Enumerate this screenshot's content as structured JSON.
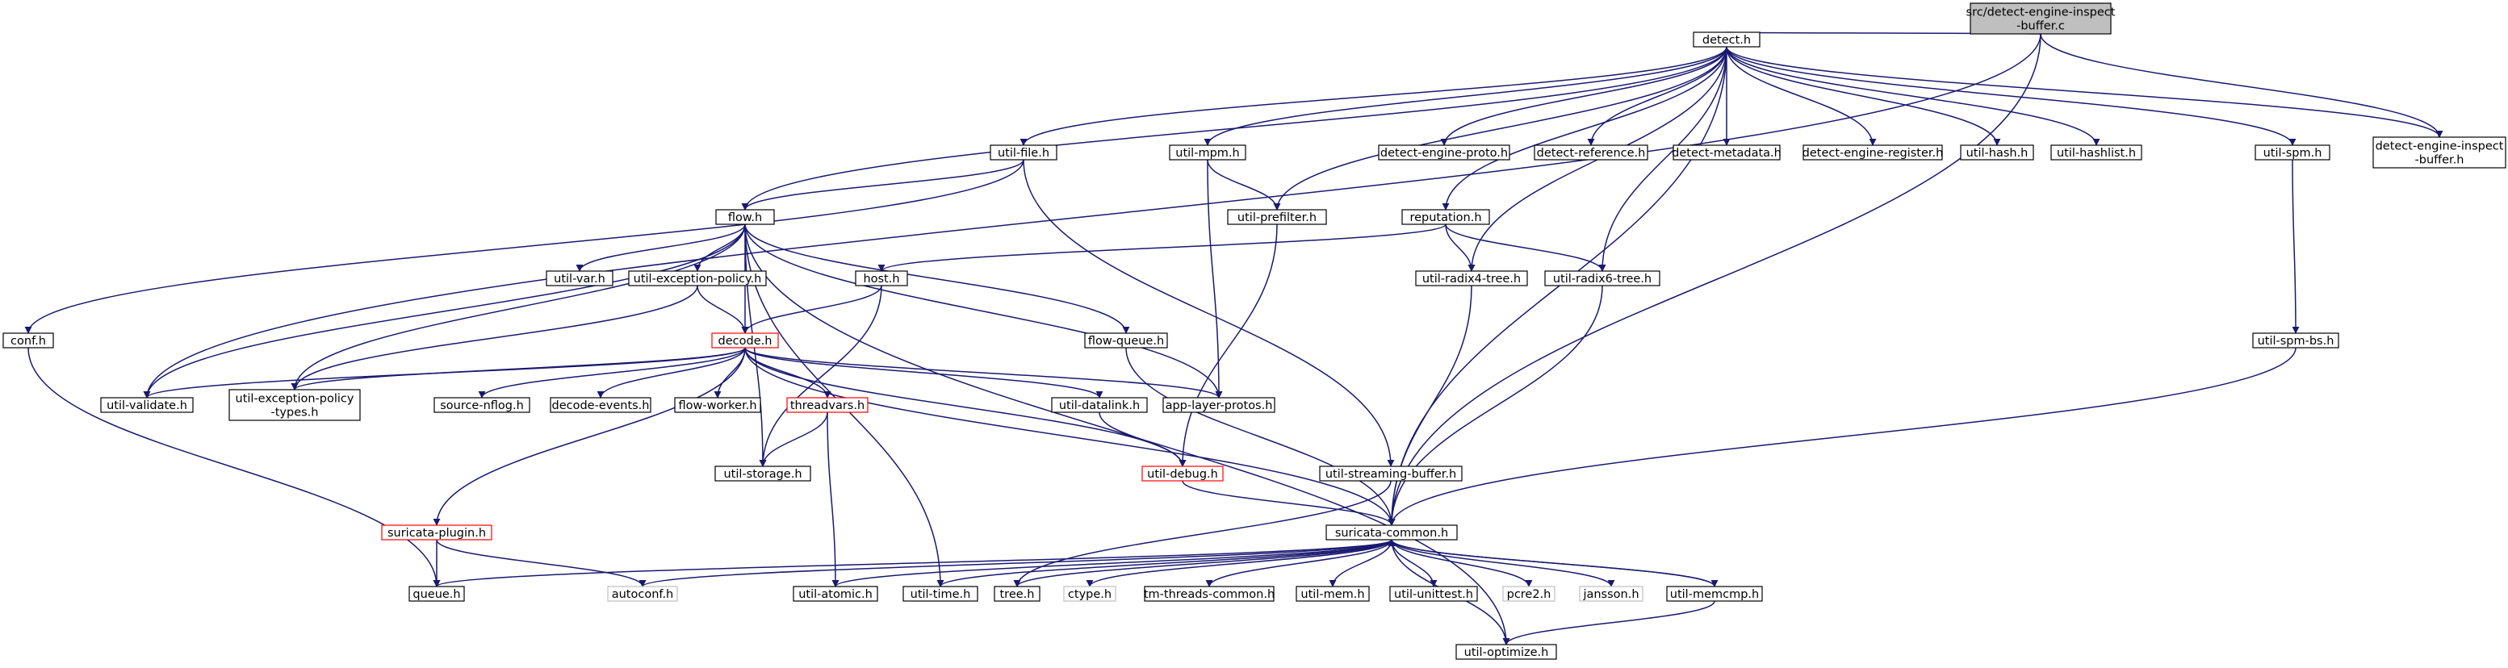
{
  "graph": {
    "edge_color": "#191970",
    "node_fill": "#ffffff",
    "root_fill": "#bfbfbf",
    "default_border": "#000000",
    "truncated_border": "#ff0000",
    "unexpanded_border": "#bfbfbf",
    "nodes": [
      {
        "id": "root",
        "label": "src/detect-engine-inspect\n-buffer.c",
        "style": "root"
      },
      {
        "id": "detect_h",
        "label": "detect.h",
        "style": "normal"
      },
      {
        "id": "util_file_h",
        "label": "util-file.h",
        "style": "normal"
      },
      {
        "id": "util_mpm_h",
        "label": "util-mpm.h",
        "style": "normal"
      },
      {
        "id": "util_prefilter_h",
        "label": "util-prefilter.h",
        "style": "normal"
      },
      {
        "id": "detect_engine_proto_h",
        "label": "detect-engine-proto.h",
        "style": "normal"
      },
      {
        "id": "detect_reference_h",
        "label": "detect-reference.h",
        "style": "normal"
      },
      {
        "id": "detect_metadata_h",
        "label": "detect-metadata.h",
        "style": "normal"
      },
      {
        "id": "detect_engine_register_h",
        "label": "detect-engine-register.h",
        "style": "normal"
      },
      {
        "id": "util_hash_h",
        "label": "util-hash.h",
        "style": "normal"
      },
      {
        "id": "util_hashlist_h",
        "label": "util-hashlist.h",
        "style": "normal"
      },
      {
        "id": "util_spm_h",
        "label": "util-spm.h",
        "style": "normal"
      },
      {
        "id": "detect_engine_inspect_buffer_h",
        "label": "detect-engine-inspect\n-buffer.h",
        "style": "normal"
      },
      {
        "id": "reputation_h",
        "label": "reputation.h",
        "style": "normal"
      },
      {
        "id": "flow_h",
        "label": "flow.h",
        "style": "normal"
      },
      {
        "id": "util_var_h",
        "label": "util-var.h",
        "style": "normal"
      },
      {
        "id": "util_exception_policy_h",
        "label": "util-exception-policy.h",
        "style": "normal"
      },
      {
        "id": "host_h",
        "label": "host.h",
        "style": "normal"
      },
      {
        "id": "util_radix4_tree_h",
        "label": "util-radix4-tree.h",
        "style": "normal"
      },
      {
        "id": "util_radix6_tree_h",
        "label": "util-radix6-tree.h",
        "style": "normal"
      },
      {
        "id": "conf_h",
        "label": "conf.h",
        "style": "normal"
      },
      {
        "id": "decode_h",
        "label": "decode.h",
        "style": "truncated"
      },
      {
        "id": "flow_queue_h",
        "label": "flow-queue.h",
        "style": "normal"
      },
      {
        "id": "util_spm_bs_h",
        "label": "util-spm-bs.h",
        "style": "normal"
      },
      {
        "id": "util_validate_h",
        "label": "util-validate.h",
        "style": "normal"
      },
      {
        "id": "util_exception_policy_types_h",
        "label": "util-exception-policy\n-types.h",
        "style": "normal"
      },
      {
        "id": "source_nflog_h",
        "label": "source-nflog.h",
        "style": "normal"
      },
      {
        "id": "decode_events_h",
        "label": "decode-events.h",
        "style": "normal"
      },
      {
        "id": "flow_worker_h",
        "label": "flow-worker.h",
        "style": "normal"
      },
      {
        "id": "threadvars_h",
        "label": "threadvars.h",
        "style": "truncated"
      },
      {
        "id": "util_datalink_h",
        "label": "util-datalink.h",
        "style": "normal"
      },
      {
        "id": "app_layer_protos_h",
        "label": "app-layer-protos.h",
        "style": "normal"
      },
      {
        "id": "util_storage_h",
        "label": "util-storage.h",
        "style": "normal"
      },
      {
        "id": "util_debug_h",
        "label": "util-debug.h",
        "style": "truncated"
      },
      {
        "id": "util_streaming_buffer_h",
        "label": "util-streaming-buffer.h",
        "style": "normal"
      },
      {
        "id": "suricata_plugin_h",
        "label": "suricata-plugin.h",
        "style": "truncated"
      },
      {
        "id": "suricata_common_h",
        "label": "suricata-common.h",
        "style": "normal"
      },
      {
        "id": "queue_h",
        "label": "queue.h",
        "style": "normal"
      },
      {
        "id": "autoconf_h",
        "label": "autoconf.h",
        "style": "unexpanded"
      },
      {
        "id": "util_atomic_h",
        "label": "util-atomic.h",
        "style": "normal"
      },
      {
        "id": "util_time_h",
        "label": "util-time.h",
        "style": "normal"
      },
      {
        "id": "tree_h",
        "label": "tree.h",
        "style": "normal"
      },
      {
        "id": "ctype_h",
        "label": "ctype.h",
        "style": "unexpanded"
      },
      {
        "id": "tm_threads_common_h",
        "label": "tm-threads-common.h",
        "style": "normal"
      },
      {
        "id": "util_mem_h",
        "label": "util-mem.h",
        "style": "normal"
      },
      {
        "id": "util_unittest_h",
        "label": "util-unittest.h",
        "style": "normal"
      },
      {
        "id": "pcre2_h",
        "label": "pcre2.h",
        "style": "unexpanded"
      },
      {
        "id": "jansson_h",
        "label": "jansson.h",
        "style": "unexpanded"
      },
      {
        "id": "util_memcmp_h",
        "label": "util-memcmp.h",
        "style": "normal"
      },
      {
        "id": "util_optimize_h",
        "label": "util-optimize.h",
        "style": "normal"
      }
    ],
    "edges": [
      [
        "root",
        "detect_h"
      ],
      [
        "root",
        "detect_engine_inspect_buffer_h"
      ],
      [
        "root",
        "util_validate_h"
      ],
      [
        "root",
        "suricata_common_h"
      ],
      [
        "detect_h",
        "util_file_h"
      ],
      [
        "detect_h",
        "util_mpm_h"
      ],
      [
        "detect_h",
        "util_prefilter_h"
      ],
      [
        "detect_h",
        "detect_engine_proto_h"
      ],
      [
        "detect_h",
        "detect_reference_h"
      ],
      [
        "detect_h",
        "detect_metadata_h"
      ],
      [
        "detect_h",
        "detect_engine_register_h"
      ],
      [
        "detect_h",
        "util_hash_h"
      ],
      [
        "detect_h",
        "util_hashlist_h"
      ],
      [
        "detect_h",
        "util_spm_h"
      ],
      [
        "detect_h",
        "detect_engine_inspect_buffer_h"
      ],
      [
        "detect_h",
        "reputation_h"
      ],
      [
        "detect_h",
        "flow_h"
      ],
      [
        "detect_h",
        "util_radix4_tree_h"
      ],
      [
        "detect_h",
        "util_radix6_tree_h"
      ],
      [
        "detect_h",
        "suricata_common_h"
      ],
      [
        "util_file_h",
        "flow_h"
      ],
      [
        "util_file_h",
        "conf_h"
      ],
      [
        "util_file_h",
        "util_streaming_buffer_h"
      ],
      [
        "util_mpm_h",
        "util_prefilter_h"
      ],
      [
        "util_mpm_h",
        "app_layer_protos_h"
      ],
      [
        "util_prefilter_h",
        "util_debug_h"
      ],
      [
        "util_spm_h",
        "util_spm_bs_h"
      ],
      [
        "util_spm_bs_h",
        "suricata_common_h"
      ],
      [
        "reputation_h",
        "host_h"
      ],
      [
        "reputation_h",
        "util_radix4_tree_h"
      ],
      [
        "reputation_h",
        "util_radix6_tree_h"
      ],
      [
        "util_radix4_tree_h",
        "suricata_common_h"
      ],
      [
        "util_radix6_tree_h",
        "suricata_common_h"
      ],
      [
        "flow_h",
        "util_var_h"
      ],
      [
        "flow_h",
        "util_exception_policy_h"
      ],
      [
        "flow_h",
        "decode_h"
      ],
      [
        "flow_h",
        "flow_queue_h"
      ],
      [
        "flow_h",
        "app_layer_protos_h"
      ],
      [
        "flow_h",
        "util_validate_h"
      ],
      [
        "flow_h",
        "util_exception_policy_types_h"
      ],
      [
        "flow_h",
        "util_storage_h"
      ],
      [
        "flow_h",
        "util_time_h"
      ],
      [
        "flow_h",
        "util_optimize_h"
      ],
      [
        "util_exception_policy_h",
        "decode_h"
      ],
      [
        "util_exception_policy_h",
        "util_exception_policy_types_h"
      ],
      [
        "host_h",
        "decode_h"
      ],
      [
        "host_h",
        "util_storage_h"
      ],
      [
        "conf_h",
        "queue_h"
      ],
      [
        "flow_queue_h",
        "suricata_common_h"
      ],
      [
        "decode_h",
        "util_validate_h"
      ],
      [
        "decode_h",
        "util_exception_policy_types_h"
      ],
      [
        "decode_h",
        "source_nflog_h"
      ],
      [
        "decode_h",
        "decode_events_h"
      ],
      [
        "decode_h",
        "flow_worker_h"
      ],
      [
        "decode_h",
        "threadvars_h"
      ],
      [
        "decode_h",
        "util_datalink_h"
      ],
      [
        "decode_h",
        "app_layer_protos_h"
      ],
      [
        "decode_h",
        "util_debug_h"
      ],
      [
        "decode_h",
        "suricata_plugin_h"
      ],
      [
        "decode_h",
        "suricata_common_h"
      ],
      [
        "threadvars_h",
        "util_storage_h"
      ],
      [
        "threadvars_h",
        "util_atomic_h"
      ],
      [
        "util_datalink_h",
        "util_debug_h"
      ],
      [
        "util_debug_h",
        "suricata_common_h"
      ],
      [
        "util_streaming_buffer_h",
        "tree_h"
      ],
      [
        "suricata_plugin_h",
        "queue_h"
      ],
      [
        "suricata_plugin_h",
        "autoconf_h"
      ],
      [
        "suricata_common_h",
        "queue_h"
      ],
      [
        "suricata_common_h",
        "autoconf_h"
      ],
      [
        "suricata_common_h",
        "util_atomic_h"
      ],
      [
        "suricata_common_h",
        "util_time_h"
      ],
      [
        "suricata_common_h",
        "tree_h"
      ],
      [
        "suricata_common_h",
        "ctype_h"
      ],
      [
        "suricata_common_h",
        "tm_threads_common_h"
      ],
      [
        "suricata_common_h",
        "util_mem_h"
      ],
      [
        "suricata_common_h",
        "util_unittest_h"
      ],
      [
        "suricata_common_h",
        "pcre2_h"
      ],
      [
        "suricata_common_h",
        "jansson_h"
      ],
      [
        "suricata_common_h",
        "util_memcmp_h"
      ],
      [
        "suricata_common_h",
        "util_optimize_h"
      ],
      [
        "util_memcmp_h",
        "suricata_common_h"
      ],
      [
        "util_memcmp_h",
        "util_optimize_h"
      ]
    ]
  }
}
